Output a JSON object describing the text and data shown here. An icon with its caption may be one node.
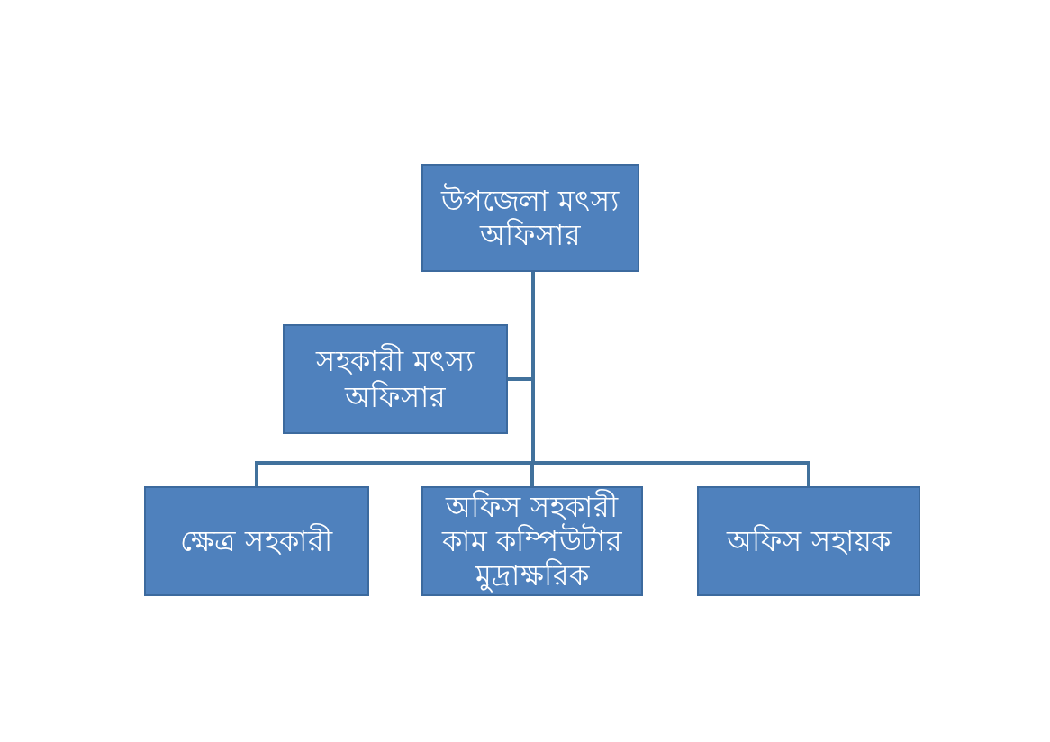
{
  "diagram": {
    "nodes": [
      {
        "text": [
          "উপজেলা মৎস্য অফিসার"
        ]
      },
      {
        "text": [
          "সহকারী মৎস্য অফিসার"
        ]
      },
      {
        "text": [
          "ক্ষেত্র সহকারী"
        ]
      },
      {
        "text": [
          "অফিস সহকারী কাম কম্পিউটার মুদ্রাক্ষরিক"
        ]
      },
      {
        "text": [
          "অফিস সহায়ক"
        ]
      }
    ],
    "edges": [
      {
        "from": 0,
        "to": 1,
        "arrow": "none"
      },
      {
        "from": 0,
        "to": 2,
        "arrow": "none"
      },
      {
        "from": 0,
        "to": 3,
        "arrow": "none"
      },
      {
        "from": 0,
        "to": 4,
        "arrow": "none"
      }
    ]
  }
}
